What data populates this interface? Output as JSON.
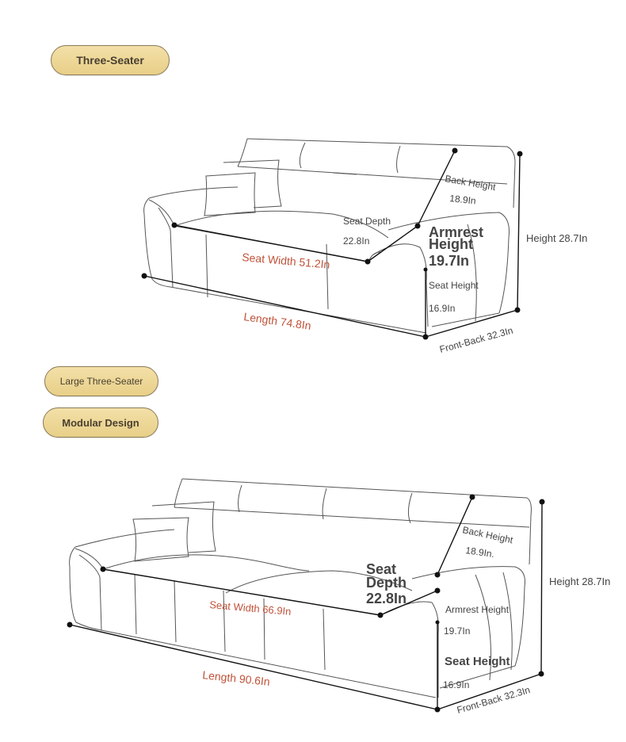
{
  "colors": {
    "accent": "#c0533a",
    "line": "#555555",
    "pill_bg": "#efd99a"
  },
  "badges": {
    "three_seater": "Three-Seater",
    "large_three_seater": "Large Three-Seater",
    "modular_design": "Modular Design"
  },
  "sofa1": {
    "back_height": "Back Height",
    "back_height_val": "18.9In",
    "height": "Height 28.7In",
    "seat_depth": "Seat Depth",
    "seat_depth_val": "22.8In",
    "armrest_1": "Armrest",
    "armrest_2": "Height",
    "armrest_val": "19.7In",
    "seat_width": "Seat Width 51.2In",
    "seat_height": "Seat Height",
    "seat_height_val": "16.9In",
    "length": "Length 74.8In",
    "front_back": "Front-Back 32.3In"
  },
  "sofa2": {
    "back_height": "Back Height",
    "back_height_val": "18.9In.",
    "height": "Height 28.7In",
    "seat_depth_1": "Seat",
    "seat_depth_2": "Depth",
    "seat_depth_val": "22.8In",
    "armrest": "Armrest Height",
    "armrest_val": "19.7In",
    "seat_width": "Seat Width 66.9In",
    "seat_height": "Seat Height",
    "seat_height_val": "16.9In",
    "length": "Length 90.6In",
    "front_back": "Front-Back 32.3In"
  }
}
